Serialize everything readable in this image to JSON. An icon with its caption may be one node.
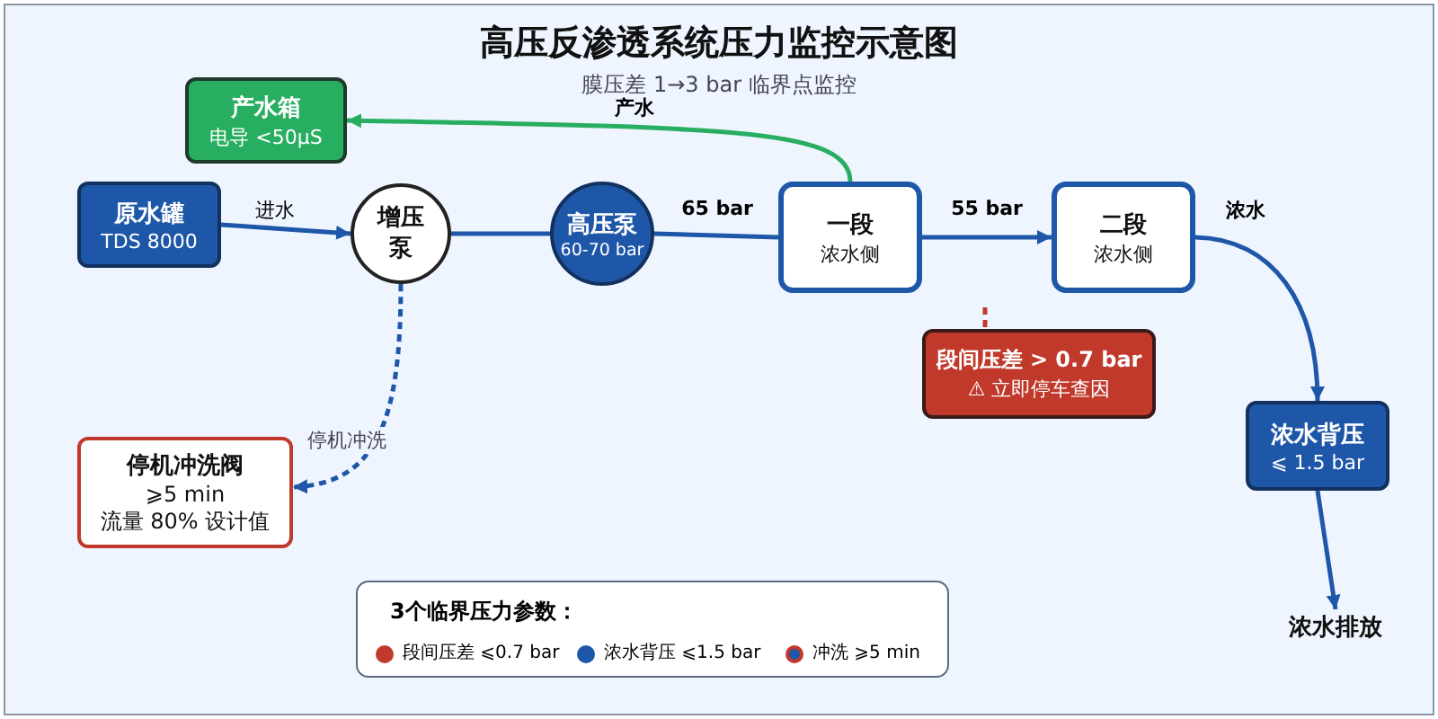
{
  "diagram": {
    "title": "高压反渗透系统压力监控示意图",
    "nodes": [
      {
        "text": [
          "产水箱",
          "电导 <50µS"
        ]
      },
      {
        "text": [
          "原水罐",
          "TDS 8000"
        ]
      },
      {
        "text": [
          "增压泵"
        ]
      },
      {
        "text": [
          "高压泵",
          "60-70 bar"
        ]
      },
      {
        "text": [
          "一段",
          "浓水侧"
        ]
      },
      {
        "text": [
          "二段",
          "浓水侧"
        ]
      },
      {
        "text": [
          "段间压差 > 0.7 bar",
          "⚠ 立即停车查因"
        ]
      },
      {
        "text": [
          "浓水背压",
          "⩽ 1.5 bar"
        ]
      },
      {
        "text": [
          "浓水排放"
        ]
      },
      {
        "text": [
          "停机冲洗阀",
          "⩾5 min",
          "流量 80% 设计值"
        ]
      }
    ],
    "edges": [
      {
        "from": 1,
        "to": 2,
        "arrow": "to",
        "label": "进水"
      },
      {
        "from": 2,
        "to": 3,
        "arrow": "none"
      },
      {
        "from": 3,
        "to": 4,
        "arrow": "none",
        "label": "65 bar"
      },
      {
        "from": 4,
        "to": 5,
        "arrow": "to",
        "label": "55 bar"
      },
      {
        "from": 4,
        "to": 0,
        "arrow": "to",
        "label": "产水",
        "color": "#27ae60"
      },
      {
        "from": 5,
        "to": 7,
        "arrow": "to",
        "label": "浓水"
      },
      {
        "from": 7,
        "to": 8,
        "arrow": "to"
      },
      {
        "from": 2,
        "to": 9,
        "arrow": "to",
        "label": "停机冲洗",
        "style": "dashed"
      },
      {
        "from": null,
        "to": 6,
        "arrow": "none",
        "style": "dashed",
        "color": "#c0392b"
      }
    ],
    "labels": [
      "膜压差 1→3 bar 临界点监控",
      "3个临界压力参数："
    ],
    "legend": [
      {
        "text": "段间压差 ⩽0.7 bar",
        "color": "#c0392b"
      },
      {
        "text": "浓水背压 ⩽1.5 bar",
        "color": "#1f57a8"
      },
      {
        "text": "冲洗 ⩾5 min",
        "color": "#1f57a8"
      }
    ]
  }
}
